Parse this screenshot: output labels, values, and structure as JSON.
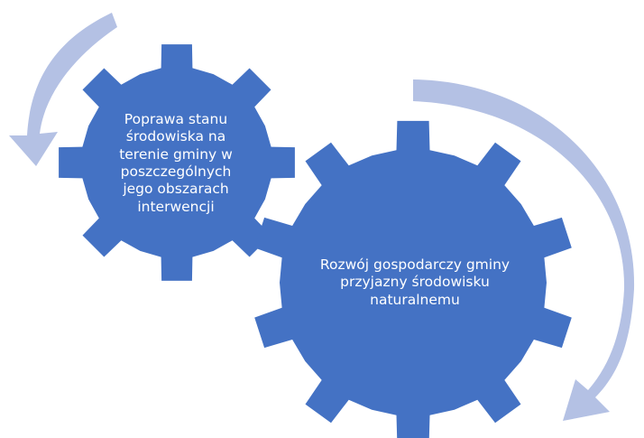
{
  "diagram": {
    "gears": [
      {
        "id": "small",
        "label": "Poprawa stanu środowiska na terenie gminy w poszczególnych jego obszarach interwencji"
      },
      {
        "id": "large",
        "label": "Rozwój gospodarczy gminy przyjazny środowisku naturalnemu"
      }
    ],
    "colors": {
      "gear_fill": "#4472c4",
      "arrow_fill": "#b4c1e4",
      "text": "#ffffff",
      "background": "#ffffff"
    },
    "icons": [
      "gear-icon",
      "curved-arrow-icon"
    ]
  }
}
